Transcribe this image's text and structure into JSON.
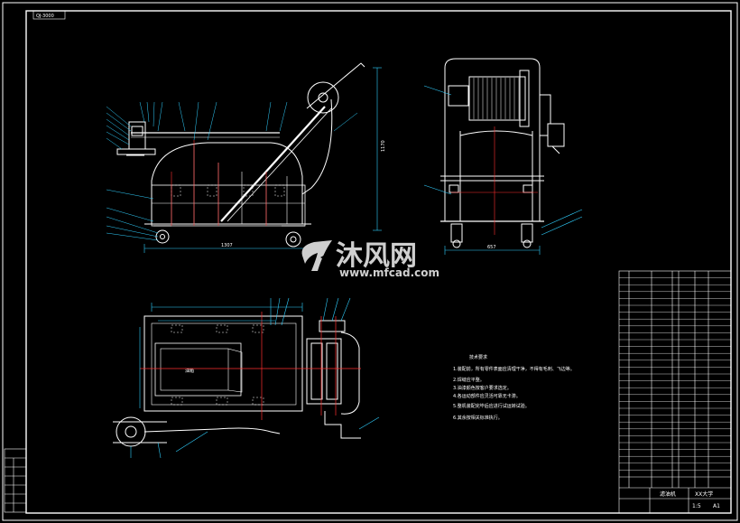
{
  "drawing": {
    "tag_top_left": "QJ-3000",
    "watermark_cn": "沐风网",
    "watermark_url": "www.mfcad.com",
    "tech_title": "技术要求",
    "tech_notes": [
      "1.装配前，所有零件表面应清理干净，不得有毛刺、飞边等。",
      "2.焊缝应平整。",
      "3.油漆颜色按客户要求选定。",
      "4.各运动部件应灵活可靠无卡滞。",
      "5.整机装配完毕后应进行试运转试验。",
      "6.其余按相关标准执行。"
    ],
    "title_block": {
      "drawing_name": "滤油机",
      "company": "XX大学",
      "scale": "1:5",
      "sheet": "A1"
    },
    "dims": {
      "front_length": "1307",
      "front_height": "1170",
      "side_width": "657"
    },
    "plan_label": "油箱"
  },
  "colors": {
    "frame": "#ffffff",
    "drawing": "#ffffff",
    "center_line": "#ff3030",
    "dim_line": "#30d0ff",
    "leader": "#30d0ff",
    "table": "#ffffff",
    "accent": "#ff3030"
  }
}
